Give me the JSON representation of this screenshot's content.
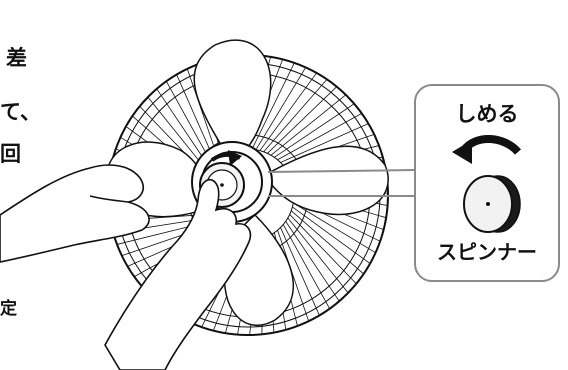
{
  "side_text": [
    {
      "id": "line1",
      "text": "差"
    },
    {
      "id": "line2",
      "text": "て、"
    },
    {
      "id": "line3",
      "text": "回"
    },
    {
      "id": "line4",
      "text": "定"
    }
  ],
  "callout": {
    "action_label": "しめる",
    "part_label": "スピンナー"
  },
  "icons": [
    "fan-guard-icon",
    "fan-blade-icon",
    "hand-icon",
    "rotate-arrow-icon",
    "spinner-knob-icon"
  ]
}
